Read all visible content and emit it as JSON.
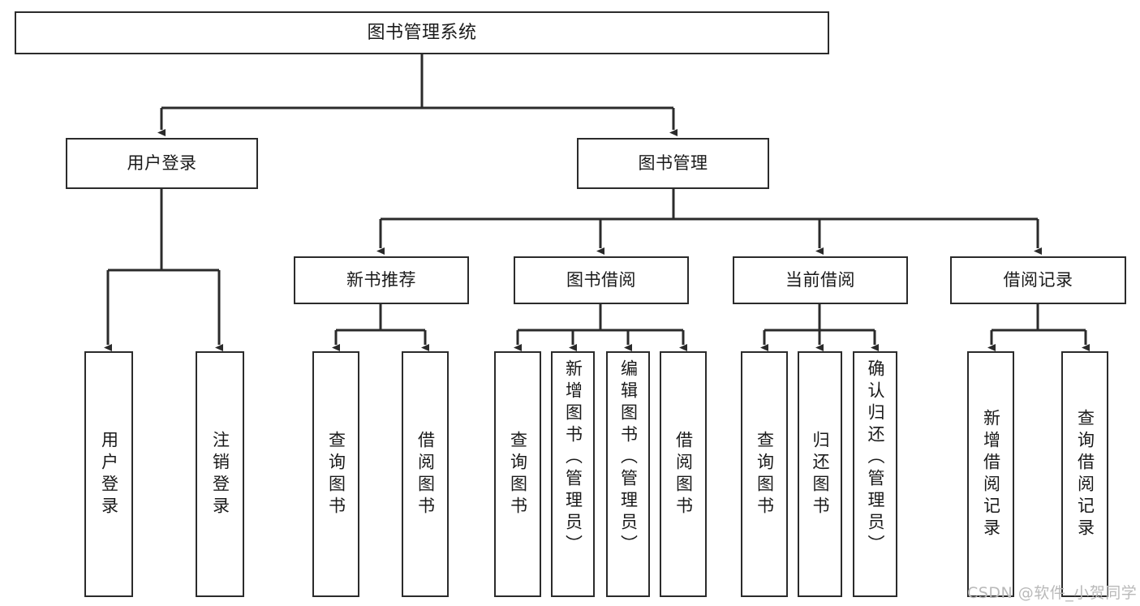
{
  "diagram": {
    "title": "图书管理系统",
    "type": "tree-hierarchy-chart",
    "watermark": "CSDN @软件_小贺同学",
    "colors": {
      "box_border": "#2b2b2b",
      "box_fill": "#ffffff",
      "edge": "#2b2b2b",
      "text": "#1a1a1a",
      "background": "#ffffff",
      "watermark": "#b9b9b9"
    },
    "levels": {
      "root": {
        "label": "图书管理系统"
      },
      "level2": [
        {
          "id": "user-login",
          "label": "用户登录"
        },
        {
          "id": "book-manage",
          "label": "图书管理"
        }
      ],
      "level3": [
        {
          "id": "new-book-recommend",
          "label": "新书推荐",
          "parent": "book-manage"
        },
        {
          "id": "book-borrow",
          "label": "图书借阅",
          "parent": "book-manage"
        },
        {
          "id": "current-borrow",
          "label": "当前借阅",
          "parent": "book-manage"
        },
        {
          "id": "borrow-record",
          "label": "借阅记录",
          "parent": "book-manage"
        }
      ],
      "leaves": [
        {
          "id": "leaf-user-login",
          "label": "用户登录",
          "parent": "user-login"
        },
        {
          "id": "leaf-logout-login",
          "label": "注销登录",
          "parent": "user-login"
        },
        {
          "id": "leaf-query-book-1",
          "label": "查询图书",
          "parent": "new-book-recommend"
        },
        {
          "id": "leaf-borrow-book-1",
          "label": "借阅图书",
          "parent": "new-book-recommend"
        },
        {
          "id": "leaf-query-book-2",
          "label": "查询图书",
          "parent": "book-borrow"
        },
        {
          "id": "leaf-add-book",
          "label": "新增图书（管理员）",
          "parent": "book-borrow"
        },
        {
          "id": "leaf-edit-book",
          "label": "编辑图书（管理员）",
          "parent": "book-borrow"
        },
        {
          "id": "leaf-borrow-book-2",
          "label": "借阅图书",
          "parent": "book-borrow"
        },
        {
          "id": "leaf-query-book-3",
          "label": "查询图书",
          "parent": "current-borrow"
        },
        {
          "id": "leaf-return-book",
          "label": "归还图书",
          "parent": "current-borrow"
        },
        {
          "id": "leaf-confirm-return",
          "label": "确认归还（管理员）",
          "parent": "current-borrow"
        },
        {
          "id": "leaf-add-record",
          "label": "新增借阅记录",
          "parent": "borrow-record"
        },
        {
          "id": "leaf-query-record",
          "label": "查询借阅记录",
          "parent": "borrow-record"
        }
      ]
    }
  }
}
